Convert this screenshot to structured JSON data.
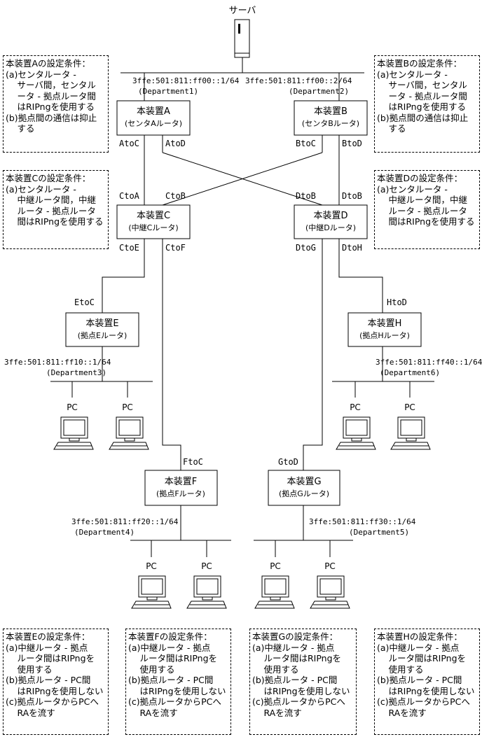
{
  "server": {
    "label": "サーバ"
  },
  "devices": {
    "A": {
      "name": "本装置A",
      "sub": "(センタAルータ)"
    },
    "B": {
      "name": "本装置B",
      "sub": "(センタBルータ)"
    },
    "C": {
      "name": "本装置C",
      "sub": "(中継Cルータ)"
    },
    "D": {
      "name": "本装置D",
      "sub": "(中継Dルータ)"
    },
    "E": {
      "name": "本装置E",
      "sub": "(拠点Eルータ)"
    },
    "F": {
      "name": "本装置F",
      "sub": "(拠点Fルータ)"
    },
    "G": {
      "name": "本装置G",
      "sub": "(拠点Gルータ)"
    },
    "H": {
      "name": "本装置H",
      "sub": "(拠点Hルータ)"
    }
  },
  "interfaces": {
    "AtoC": "AtoC",
    "AtoD": "AtoD",
    "BtoC": "BtoC",
    "BtoD": "BtoD",
    "CtoA": "CtoA",
    "CtoB": "CtoB",
    "DtoB": "DtoB",
    "DtoB2": "DtoB",
    "CtoE": "CtoE",
    "CtoF": "CtoF",
    "DtoG": "DtoG",
    "DtoH": "DtoH",
    "EtoC": "EtoC",
    "HtoD": "HtoD",
    "FtoC": "FtoC",
    "GtoD": "GtoD"
  },
  "networks": {
    "dept1": {
      "address": "3ffe:501:811:ff00::1/64",
      "name": "(Department1)"
    },
    "dept2": {
      "address": "3ffe:501:811:ff00::2/64",
      "name": "(Department2)"
    },
    "dept3": {
      "address": "3ffe:501:811:ff10::1/64",
      "name": "(Department3)"
    },
    "dept4": {
      "address": "3ffe:501:811:ff20::1/64",
      "name": "(Department4)"
    },
    "dept5": {
      "address": "3ffe:501:811:ff30::1/64",
      "name": "(Department5)"
    },
    "dept6": {
      "address": "3ffe:501:811:ff40::1/64",
      "name": "(Department6)"
    }
  },
  "pc_label": "PC",
  "notes": {
    "A": {
      "title": "本装置Aの設定条件：",
      "lines": [
        "(a)センタルータ -",
        "　 サーバ間，センタル",
        "　 ータ - 拠点ルータ間",
        "　 はRIPngを使用する",
        "(b)拠点間の通信は抑止",
        "　 する"
      ]
    },
    "B": {
      "title": "本装置Bの設定条件：",
      "lines": [
        "(a)センタルータ -",
        "　 サーバ間，センタル",
        "　 ータ - 拠点ルータ間",
        "　 はRIPngを使用する",
        "(b)拠点間の通信は抑止",
        "　 する"
      ]
    },
    "C": {
      "title": "本装置Cの設定条件：",
      "lines": [
        "(a)センタルータ -",
        "　 中継ルータ間，中継",
        "　 ルータ - 拠点ルータ",
        "　 間はRIPngを使用する"
      ]
    },
    "D": {
      "title": "本装置Dの設定条件：",
      "lines": [
        "(a)センタルータ -",
        "　 中継ルータ間，中継",
        "　 ルータ - 拠点ルータ",
        "　 間はRIPngを使用する"
      ]
    },
    "E": {
      "title": "本装置Eの設定条件：",
      "lines": [
        "(a)中継ルータ - 拠点",
        "　 ルータ間はRIPngを",
        "　 使用する",
        "(b)拠点ルータ - PC間",
        "　 はRIPngを使用しない",
        "(c)拠点ルータからPCへ",
        "　 RAを流す"
      ]
    },
    "F": {
      "title": "本装置Fの設定条件：",
      "lines": [
        "(a)中継ルータ - 拠点",
        "　 ルータ間はRIPngを",
        "　 使用する",
        "(b)拠点ルータ - PC間",
        "　 はRIPngを使用しない",
        "(c)拠点ルータからPCへ",
        "　 RAを流す"
      ]
    },
    "G": {
      "title": "本装置Gの設定条件：",
      "lines": [
        "(a)中継ルータ - 拠点",
        "　 ルータ間はRIPngを",
        "　 使用する",
        "(b)拠点ルータ - PC間",
        "　 はRIPngを使用しない",
        "(c)拠点ルータからPCへ",
        "　 RAを流す"
      ]
    },
    "H": {
      "title": "本装置Hの設定条件：",
      "lines": [
        "(a)中継ルータ - 拠点",
        "　 ルータ間はRIPngを",
        "　 使用する",
        "(b)拠点ルータ - PC間",
        "　 はRIPngを使用しない",
        "(c)拠点ルータからPCへ",
        "　 RAを流す"
      ]
    }
  }
}
